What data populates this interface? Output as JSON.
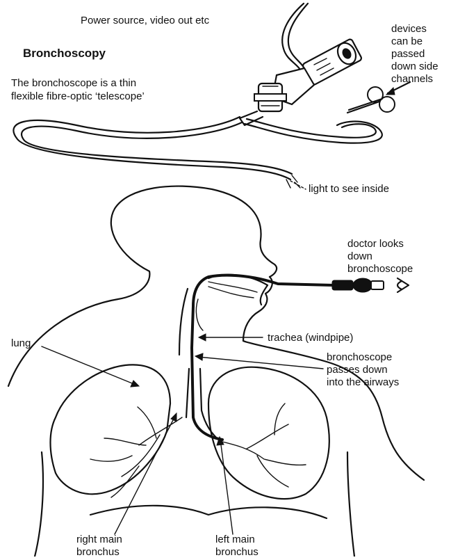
{
  "diagram": {
    "title": "Bronchoscopy",
    "top_labels": {
      "power_source": "Power source, video out etc",
      "description_line1": "The bronchoscope is a thin",
      "description_line2": "flexible fibre-optic ‘telescope’",
      "devices": [
        "devices",
        "can be",
        "passed",
        "down side",
        "channels"
      ],
      "light": "light to see inside"
    },
    "body_labels": {
      "doctor": [
        "doctor looks",
        "down",
        "bronchoscope"
      ],
      "trachea": "trachea (windpipe)",
      "passes": [
        "bronchoscope",
        "passes down",
        "into the airways"
      ],
      "lung": "lung",
      "right_bronchus": [
        "right main",
        "bronchus"
      ],
      "left_bronchus": [
        "left main",
        "bronchus"
      ]
    },
    "icons": [
      "eye-icon",
      "forceps-icon",
      "bronchoscope-handle-icon"
    ]
  }
}
